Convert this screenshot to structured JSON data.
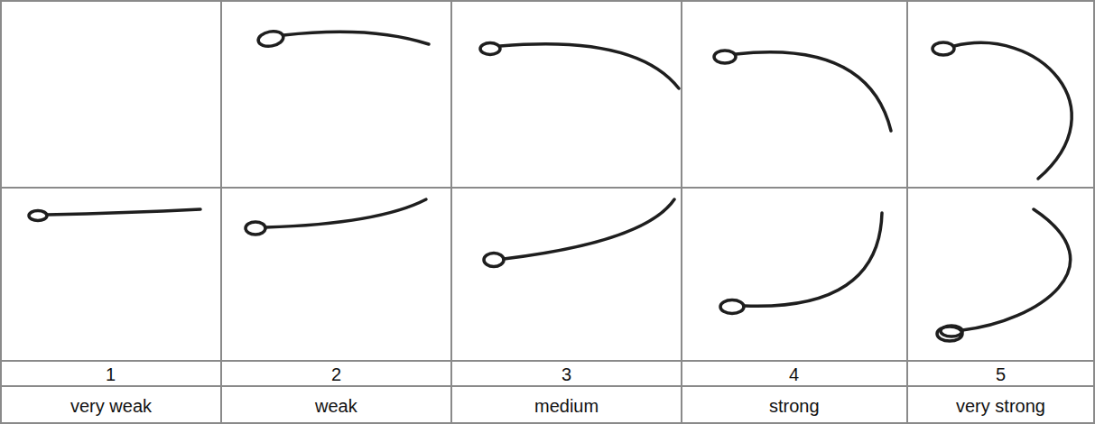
{
  "diagram": {
    "labels": [
      "1",
      "2",
      "3",
      "4",
      "5",
      "very weak",
      "weak",
      "medium",
      "strong",
      "very strong"
    ]
  }
}
